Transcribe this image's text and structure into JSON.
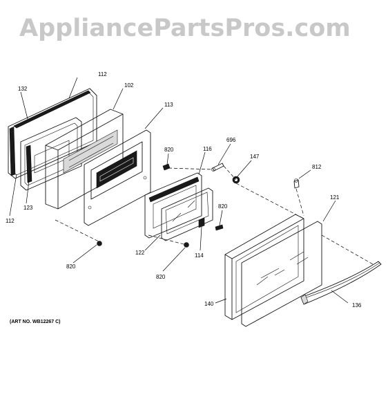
{
  "watermark": "AppliancePartsPros.com",
  "art_number": "(ART NO. WB12267 C)",
  "callouts": [
    "112",
    "132",
    "102",
    "113",
    "820",
    "116",
    "696",
    "147",
    "812",
    "121",
    "123",
    "112",
    "820",
    "122",
    "114",
    "820",
    "820",
    "140",
    "136"
  ]
}
